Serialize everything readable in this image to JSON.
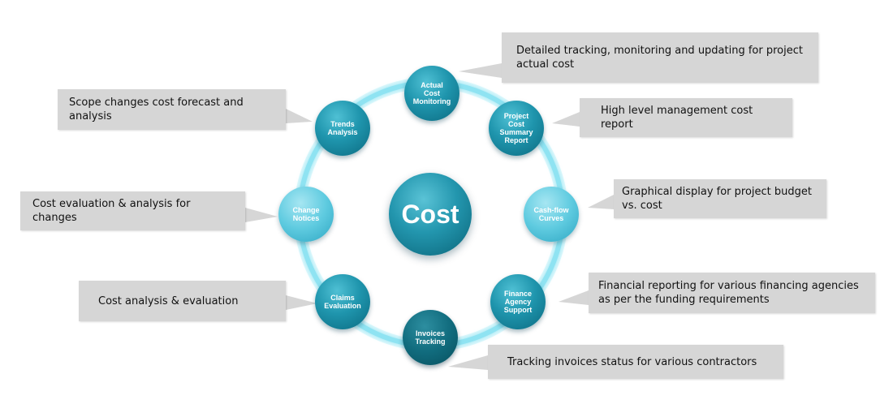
{
  "center": {
    "label": "Cost"
  },
  "nodes": [
    {
      "label": "Actual\nCost\nMonitoring"
    },
    {
      "label": "Project\nCost\nSummary\nReport"
    },
    {
      "label": "Cash-flow\nCurves"
    },
    {
      "label": "Finance\nAgency\nSupport"
    },
    {
      "label": "Invoices\nTracking"
    },
    {
      "label": "Claims\nEvaluation"
    },
    {
      "label": "Change\nNotices"
    },
    {
      "label": "Trends\nAnalysis"
    }
  ],
  "callouts": [
    {
      "text": "Detailed tracking, monitoring and updating for project actual cost"
    },
    {
      "text": "High level management cost report"
    },
    {
      "text": "Graphical display for project budget vs. cost"
    },
    {
      "text": "Financial reporting for various financing agencies as per the funding requirements"
    },
    {
      "text": "Tracking invoices status for various contractors"
    },
    {
      "text": "Cost analysis & evaluation"
    },
    {
      "text": "Cost evaluation & analysis  for  changes"
    },
    {
      "text": "Scope changes cost forecast and analysis"
    }
  ],
  "colors": {
    "ring": "#8fe3f2",
    "node_teal": "#1f95ad",
    "node_light": "#5fcbe0",
    "node_dark": "#116c7e",
    "callout_bg": "#d6d6d6"
  }
}
